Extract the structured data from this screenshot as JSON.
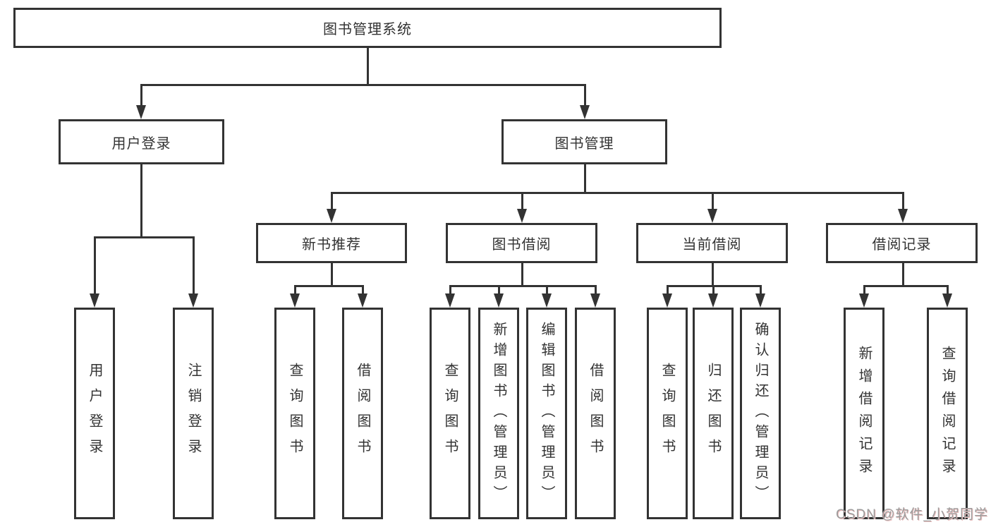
{
  "colors": {
    "line": "#333333",
    "text": "#333333",
    "watermark_gray": "#9c9c9c",
    "watermark_shadow_red": "#e9bcbc"
  },
  "root": {
    "label": "图书管理系统"
  },
  "level2": {
    "user_login": {
      "label": "用户登录"
    },
    "book_management": {
      "label": "图书管理"
    }
  },
  "level3": {
    "new_book_recommend": {
      "label": "新书推荐"
    },
    "book_borrow": {
      "label": "图书借阅"
    },
    "current_borrow": {
      "label": "当前借阅"
    },
    "borrow_record": {
      "label": "借阅记录"
    }
  },
  "leaves": {
    "user_login": {
      "label": "用户登录"
    },
    "logout": {
      "label": "注销登录"
    },
    "query_book_recommend": {
      "label": "查询图书"
    },
    "borrow_book_recommend": {
      "label": "借阅图书"
    },
    "query_book_borrow": {
      "label": "查询图书"
    },
    "add_book_admin": {
      "label": "新增图书（管理员）"
    },
    "edit_book_admin": {
      "label": "编辑图书（管理员）"
    },
    "borrow_book_borrow": {
      "label": "借阅图书"
    },
    "query_book_current": {
      "label": "查询图书"
    },
    "return_book": {
      "label": "归还图书"
    },
    "confirm_return_admin": {
      "label": "确认归还（管理员）"
    },
    "add_borrow_record": {
      "label": "新增借阅记录"
    },
    "query_borrow_record": {
      "label": "查询借阅记录"
    }
  },
  "watermark": {
    "text": "CSDN @软件_小贺同学"
  }
}
